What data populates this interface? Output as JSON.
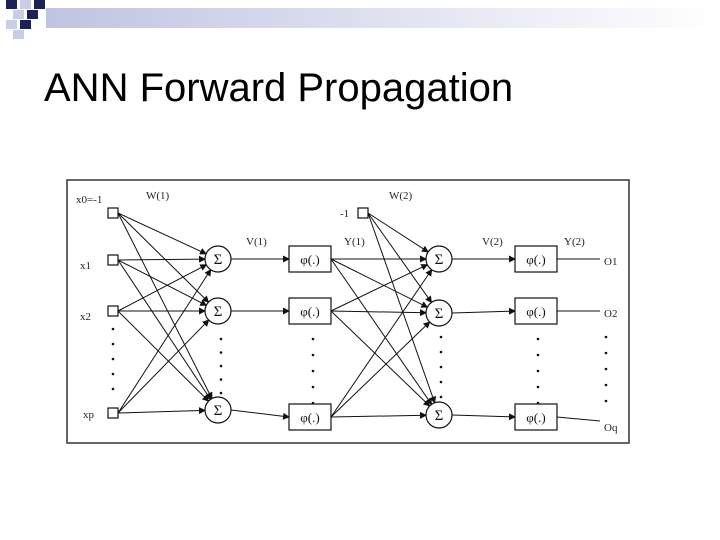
{
  "slide": {
    "title": "ANN Forward Propagation"
  },
  "diagram": {
    "inputs": [
      "x0=-1",
      "x1",
      "x2",
      "xp"
    ],
    "bias_hidden_label": "-1",
    "weights": [
      "W(1)",
      "W(2)"
    ],
    "signals": [
      "V(1)",
      "Y(1)",
      "V(2)",
      "Y(2)"
    ],
    "outputs": [
      "O1",
      "O2",
      "Oq"
    ],
    "sum_symbol": "Σ",
    "activation_symbol": "φ(.)"
  },
  "colors": {
    "deco_dark": "#1c2255",
    "deco_light": "#c9cde6"
  }
}
